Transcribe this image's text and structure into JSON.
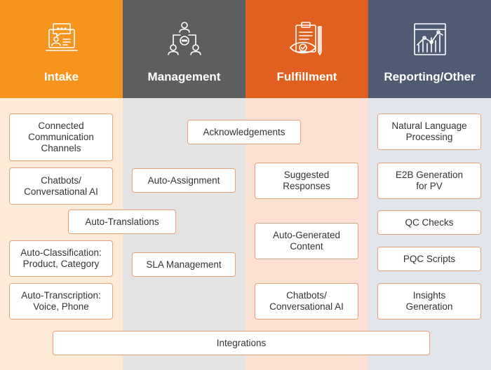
{
  "colors": {
    "intake_header": "#f7941d",
    "management_header": "#5d5e60",
    "fulfillment_header": "#e15f1f",
    "reporting_header": "#4f5b73",
    "intake_body": "#fdebd7",
    "management_body": "#e3e3e4",
    "fulfillment_body": "#fbe0d3",
    "reporting_body": "#e1e4ea",
    "box_border": "#e8a37a"
  },
  "columns": [
    {
      "title": "Intake",
      "icon": "chat-monitor-icon"
    },
    {
      "title": "Management",
      "icon": "people-network-icon"
    },
    {
      "title": "Fulfillment",
      "icon": "clipboard-eye-icon"
    },
    {
      "title": "Reporting/Other",
      "icon": "line-chart-icon"
    }
  ],
  "boxes": {
    "connected_channels": "Connected\nCommunication\nChannels",
    "chatbots_intake": "Chatbots/\nConversational AI",
    "auto_translations": "Auto-Translations",
    "auto_classification": "Auto-Classification:\nProduct, Category",
    "auto_transcription": "Auto-Transcription:\nVoice, Phone",
    "acknowledgements": "Acknowledgements",
    "auto_assignment": "Auto-Assignment",
    "sla_management": "SLA Management",
    "suggested_responses": "Suggested\nResponses",
    "auto_generated_content": "Auto-Generated\nContent",
    "chatbots_fulfillment": "Chatbots/\nConversational AI",
    "nlp": "Natural Language\nProcessing",
    "e2b_generation": "E2B Generation\nfor PV",
    "qc_checks": "QC Checks",
    "pqc_scripts": "PQC Scripts",
    "insights_generation": "Insights\nGeneration",
    "integrations": "Integrations"
  }
}
